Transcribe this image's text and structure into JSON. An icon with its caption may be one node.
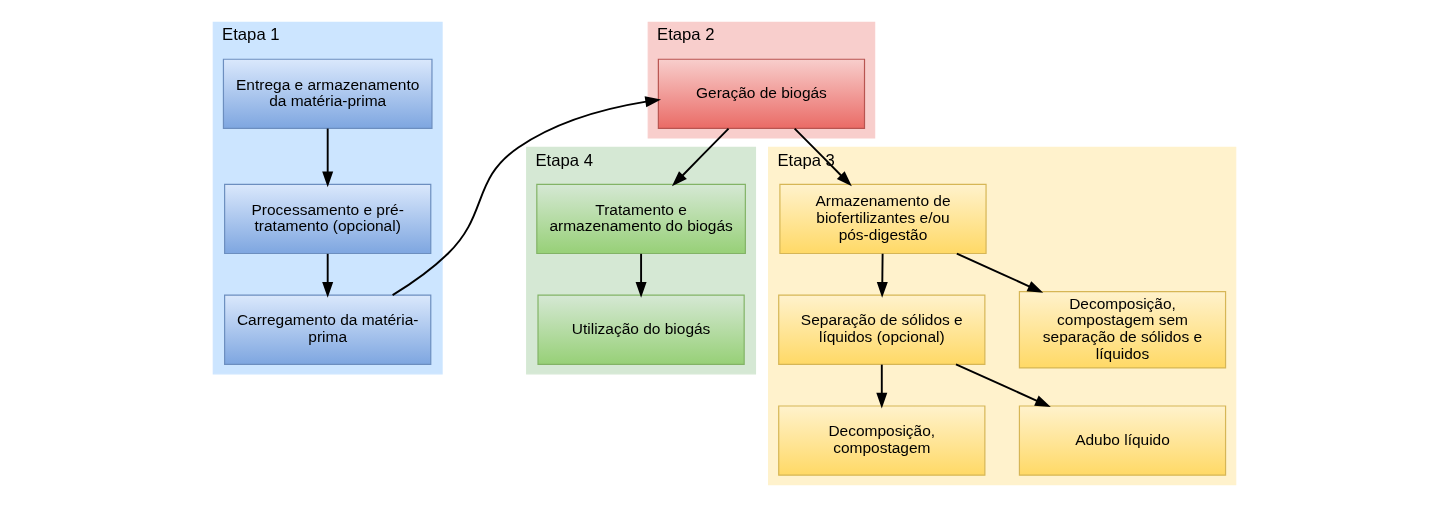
{
  "diagram": {
    "nodes": [
      {
        "text": [
          "Etapa 1"
        ]
      },
      {
        "text": [
          "Entrega e armazenamento da matéria-prima"
        ],
        "in": 0
      },
      {
        "text": [
          "Processamento e pré-tratamento (opcional)"
        ],
        "in": 0
      },
      {
        "text": [
          "Carregamento da matéria-prima"
        ],
        "in": 0
      },
      {
        "text": [
          "Etapa 2"
        ]
      },
      {
        "text": [
          "Geração de biogás"
        ],
        "in": 4
      },
      {
        "text": [
          "Etapa 4"
        ]
      },
      {
        "text": [
          "Tratamento e armazenamento do biogás"
        ],
        "in": 6
      },
      {
        "text": [
          "Utilização do biogás"
        ],
        "in": 6
      },
      {
        "text": [
          "Etapa 3"
        ]
      },
      {
        "text": [
          "Armazenamento de biofertilizantes e/ou pós-digestão"
        ],
        "in": 9
      },
      {
        "text": [
          "Separação de sólidos e líquidos (opcional)"
        ],
        "in": 9
      },
      {
        "text": [
          "Decomposição, compostagem sem separação de sólidos e líquidos"
        ],
        "in": 9
      },
      {
        "text": [
          "Decomposição, compostagem"
        ],
        "in": 9
      },
      {
        "text": [
          "Adubo líquido"
        ],
        "in": 9
      }
    ],
    "edges": [
      {
        "from": 1,
        "to": 2,
        "arrow": "to"
      },
      {
        "from": 2,
        "to": 3,
        "arrow": "to"
      },
      {
        "from": 3,
        "to": 5,
        "arrow": "to"
      },
      {
        "from": 5,
        "to": 10,
        "arrow": "to"
      },
      {
        "from": 5,
        "to": 7,
        "arrow": "to"
      },
      {
        "from": 7,
        "to": 8,
        "arrow": "to"
      },
      {
        "from": 10,
        "to": 11,
        "arrow": "to"
      },
      {
        "from": 10,
        "to": 12,
        "arrow": "to"
      },
      {
        "from": 11,
        "to": 13,
        "arrow": "to"
      },
      {
        "from": 11,
        "to": 14,
        "arrow": "to"
      }
    ]
  }
}
